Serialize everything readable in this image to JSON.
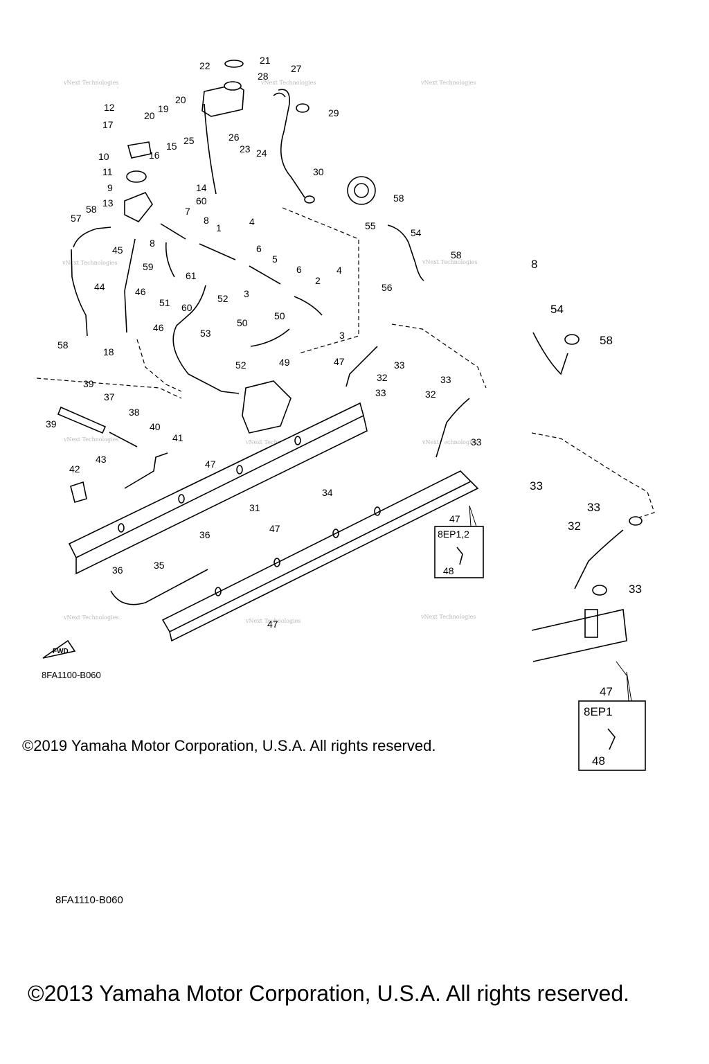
{
  "main_diagram": {
    "code": "8FA1100-B060",
    "fwd_label": "FWD",
    "callouts": [
      "1",
      "2",
      "3",
      "3",
      "4",
      "4",
      "5",
      "6",
      "6",
      "7",
      "8",
      "8",
      "9",
      "10",
      "11",
      "12",
      "13",
      "14",
      "15",
      "16",
      "17",
      "18",
      "19",
      "20",
      "20",
      "21",
      "22",
      "23",
      "24",
      "25",
      "26",
      "27",
      "28",
      "29",
      "30",
      "31",
      "32",
      "32",
      "33",
      "33",
      "33",
      "33",
      "34",
      "35",
      "36",
      "36",
      "37",
      "38",
      "39",
      "39",
      "40",
      "41",
      "42",
      "43",
      "44",
      "45",
      "46",
      "46",
      "47",
      "47",
      "47",
      "47",
      "47",
      "48",
      "49",
      "50",
      "50",
      "51",
      "52",
      "52",
      "53",
      "54",
      "55",
      "56",
      "57",
      "58",
      "58",
      "58",
      "58",
      "59",
      "60",
      "60",
      "61"
    ],
    "variant_box": {
      "label": "8EP1,2",
      "part": "48"
    }
  },
  "detail_diagram": {
    "code": "8FA1110-B060",
    "callouts": [
      "8",
      "54",
      "58",
      "33",
      "33",
      "33",
      "32",
      "47",
      "48"
    ],
    "variant_box": {
      "label": "8EP1",
      "part": "48"
    }
  },
  "watermark": "vNext Technologies",
  "copyright_2019": "©2019 Yamaha Motor Corporation, U.S.A. All rights reserved.",
  "copyright_2013": "©2013 Yamaha Motor Corporation, U.S.A. All rights reserved."
}
